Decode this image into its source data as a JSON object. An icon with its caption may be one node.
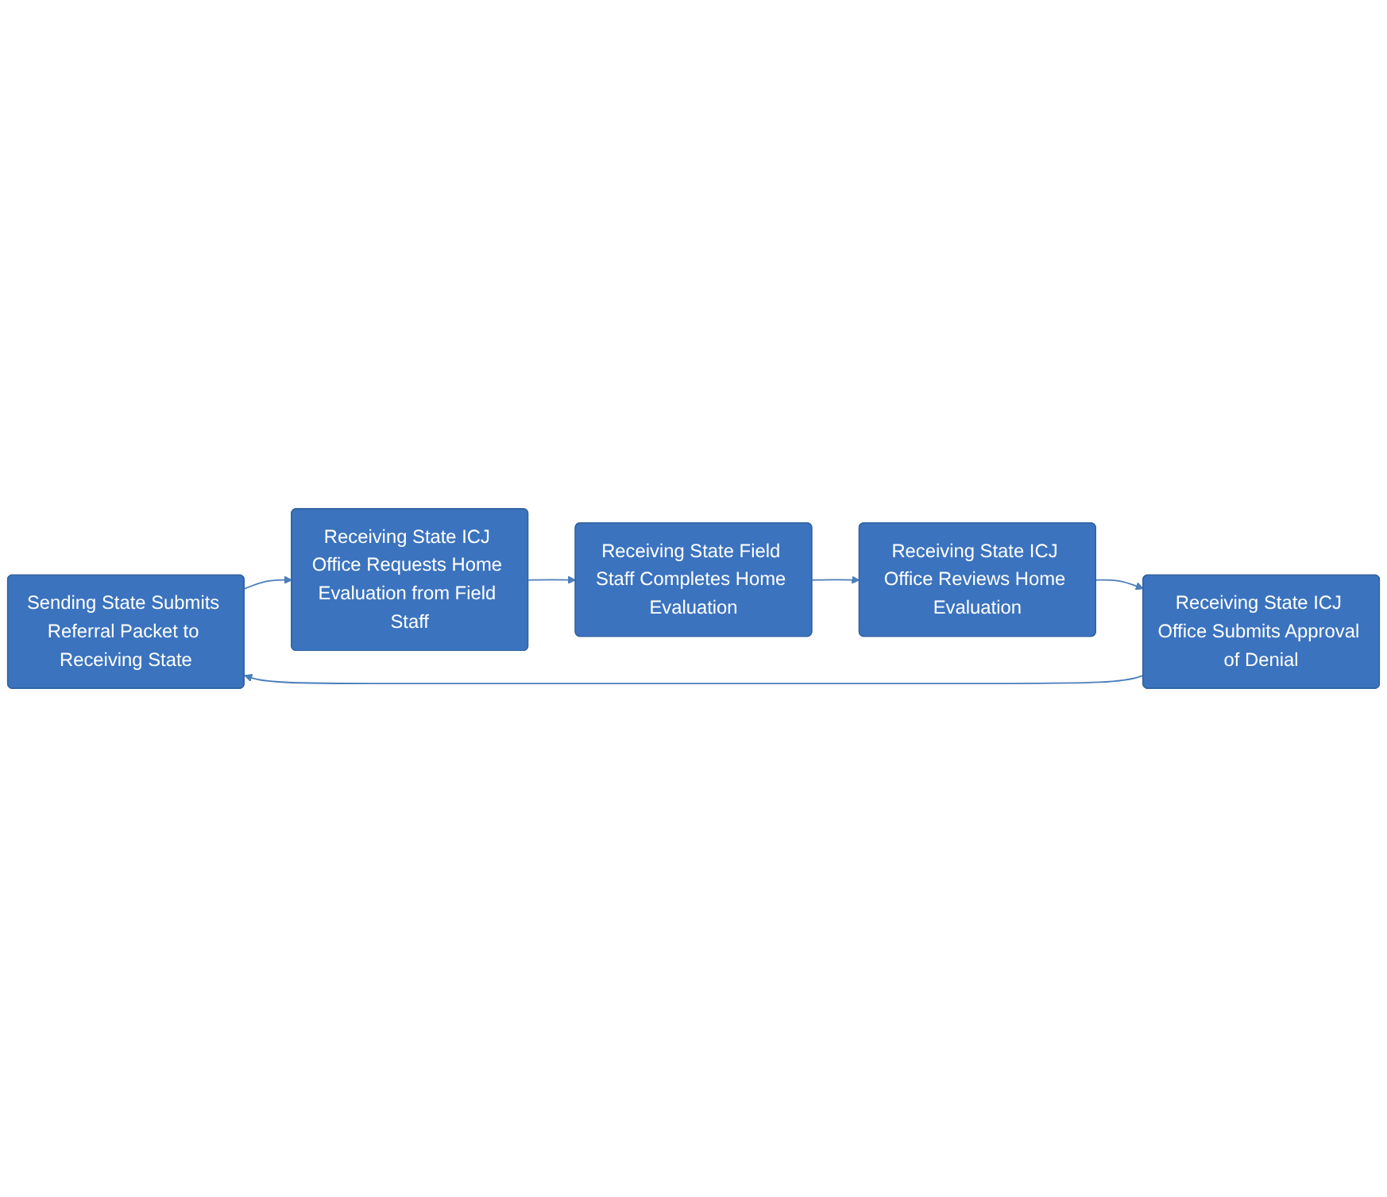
{
  "diagram": {
    "nodes": [
      {
        "text": [
          "Sending State Submits Referral Packet to Receiving State"
        ]
      },
      {
        "text": [
          "Receiving State ICJ Office Requests Home Evaluation from Field Staff"
        ]
      },
      {
        "text": [
          "Receiving State Field Staff Completes Home Evaluation"
        ]
      },
      {
        "text": [
          "Receiving State ICJ Office Reviews Home Evaluation"
        ]
      },
      {
        "text": [
          "Receiving State ICJ Office Submits Approval of Denial"
        ]
      }
    ],
    "edges": [
      {
        "from": 0,
        "to": 1,
        "arrow": "to"
      },
      {
        "from": 1,
        "to": 2,
        "arrow": "to"
      },
      {
        "from": 2,
        "to": 3,
        "arrow": "to"
      },
      {
        "from": 3,
        "to": 4,
        "arrow": "to"
      },
      {
        "from": 4,
        "to": 0,
        "arrow": "to"
      }
    ]
  }
}
